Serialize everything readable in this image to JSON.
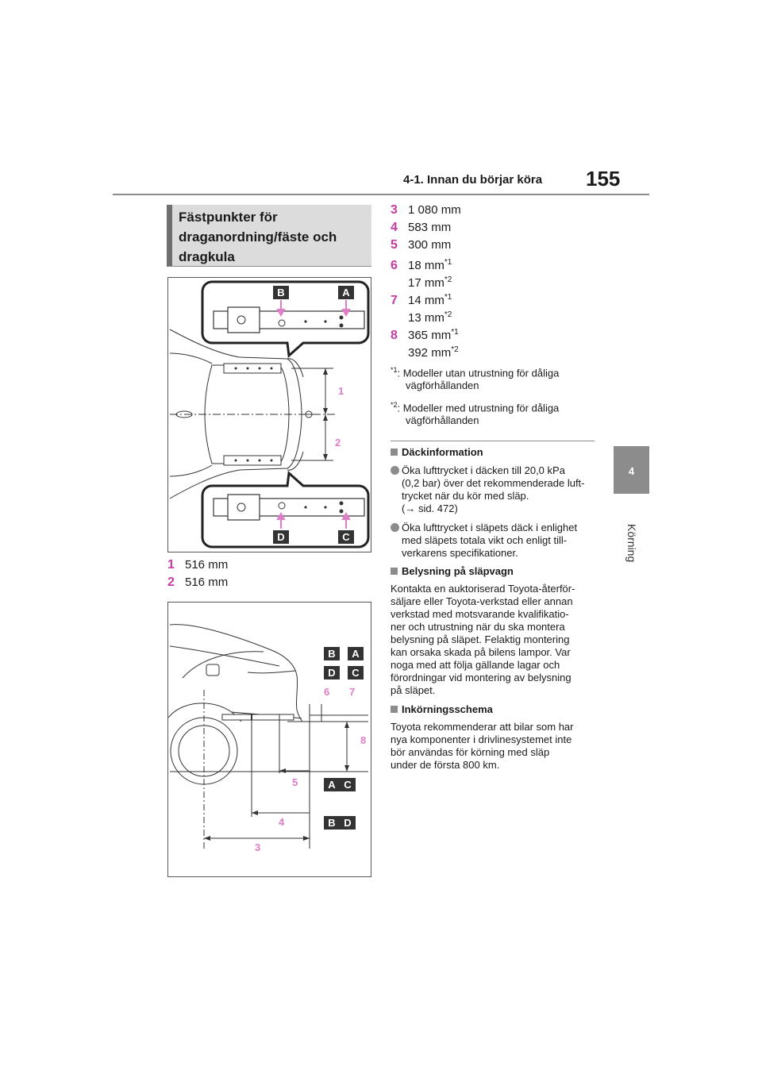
{
  "header": {
    "section": "4-1. Innan du börjar köra",
    "page_number": "155"
  },
  "side_tab": {
    "chapter_number": "4",
    "chapter_name": "Körning"
  },
  "heading": {
    "line1": "Fästpunkter för",
    "line2": "draganordning/fäste och",
    "line3": "dragkula"
  },
  "figure_labels": {
    "A": "A",
    "B": "B",
    "C": "C",
    "D": "D",
    "d1": "1",
    "d2": "2",
    "d3": "3",
    "d4": "4",
    "d5": "5",
    "d6": "6",
    "d7": "7",
    "d8": "8"
  },
  "left_dims": [
    {
      "num": "1",
      "value": "516 mm"
    },
    {
      "num": "2",
      "value": "516 mm"
    }
  ],
  "right_dims": [
    {
      "num": "3",
      "value": "1 080 mm"
    },
    {
      "num": "4",
      "value": "583 mm"
    },
    {
      "num": "5",
      "value": "300 mm"
    },
    {
      "num": "6",
      "value": "18 mm",
      "sup": "*1",
      "value2": "17 mm",
      "sup2": "*2"
    },
    {
      "num": "7",
      "value": "14 mm",
      "sup": "*1",
      "value2": "13 mm",
      "sup2": "*2"
    },
    {
      "num": "8",
      "value": "365 mm",
      "sup": "*1",
      "value2": "392 mm",
      "sup2": "*2"
    }
  ],
  "footnotes": [
    {
      "mark": "*1",
      "text1": ": Modeller utan utrustning för dåliga",
      "text2": "vägförhållanden"
    },
    {
      "mark": "*2",
      "text1": ": Modeller med utrustning för dåliga",
      "text2": "vägförhållanden"
    }
  ],
  "tire_info": {
    "title": "Däckinformation",
    "bullets": [
      {
        "lines": [
          "Öka lufttrycket i däcken till 20,0 kPa",
          "(0,2 bar) över det rekommenderade luft-",
          "trycket när du kör med släp.",
          "(→ sid. 472)"
        ]
      },
      {
        "lines": [
          "Öka lufttrycket i släpets däck i enlighet",
          "med släpets totala vikt och enligt till-",
          "verkarens specifikationer."
        ]
      }
    ]
  },
  "trailer_lights": {
    "title": "Belysning på släpvagn",
    "lines": [
      "Kontakta en auktoriserad Toyota-återför-",
      "säljare eller Toyota-verkstad eller annan",
      "verkstad med motsvarande kvalifikatio-",
      "ner och utrustning när du ska montera",
      "belysning på släpet. Felaktig montering",
      "kan orsaka skada på bilens lampor. Var",
      "noga med att följa gällande lagar och",
      "förordningar vid montering av belysning",
      "på släpet."
    ]
  },
  "break_in": {
    "title": "Inkörningsschema",
    "lines": [
      "Toyota rekommenderar att bilar som har",
      "nya komponenter i drivlinesystemet inte",
      "bör användas för körning med släp",
      "under de första 800 km."
    ]
  }
}
